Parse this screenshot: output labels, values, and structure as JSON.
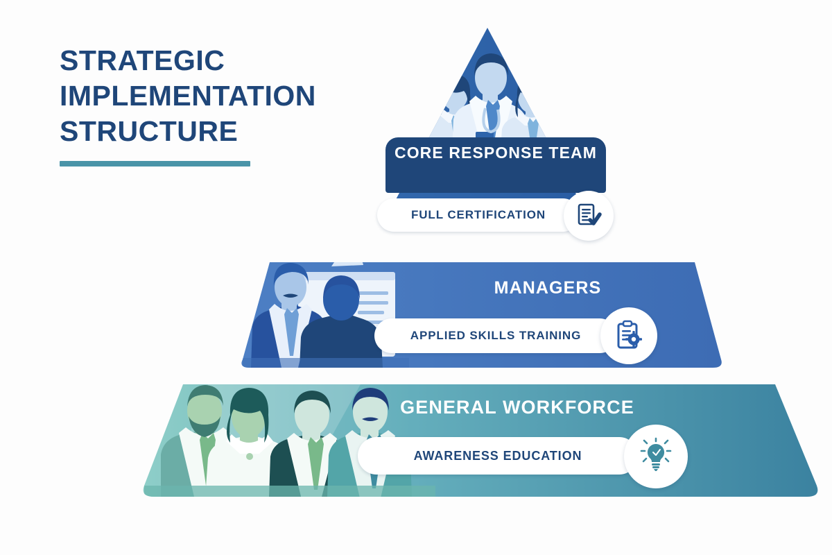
{
  "title": {
    "line1": "STRATEGIC",
    "line2": "IMPLEMENTATION",
    "line3": "STRUCTURE",
    "accent_color": "#4a94a8",
    "text_color": "#1f4679"
  },
  "diagram": {
    "type": "pyramid",
    "tier_count": 3,
    "tiers": [
      {
        "position": "top",
        "heading": "CORE RESPONSE TEAM",
        "label": "FULL CERTIFICATION",
        "icon": "document-check-icon",
        "band_color": "#1f4679",
        "body_color": "#2d64ab",
        "apex_color": "#2d64ab",
        "illustration": "three-medical-professionals"
      },
      {
        "position": "middle",
        "heading": "MANAGERS",
        "label": "APPLIED SKILLS TRAINING",
        "icon": "clipboard-gear-icon",
        "body_color": "#4274bd",
        "illustration": "manager-presenting-flipchart"
      },
      {
        "position": "bottom",
        "heading": "GENERAL WORKFORCE",
        "label": "AWARENESS EDUCATION",
        "icon": "lightbulb-idea-icon",
        "gradient_start": "#8ecec8",
        "gradient_end": "#3b82a0",
        "illustration": "four-employees-group"
      }
    ]
  }
}
